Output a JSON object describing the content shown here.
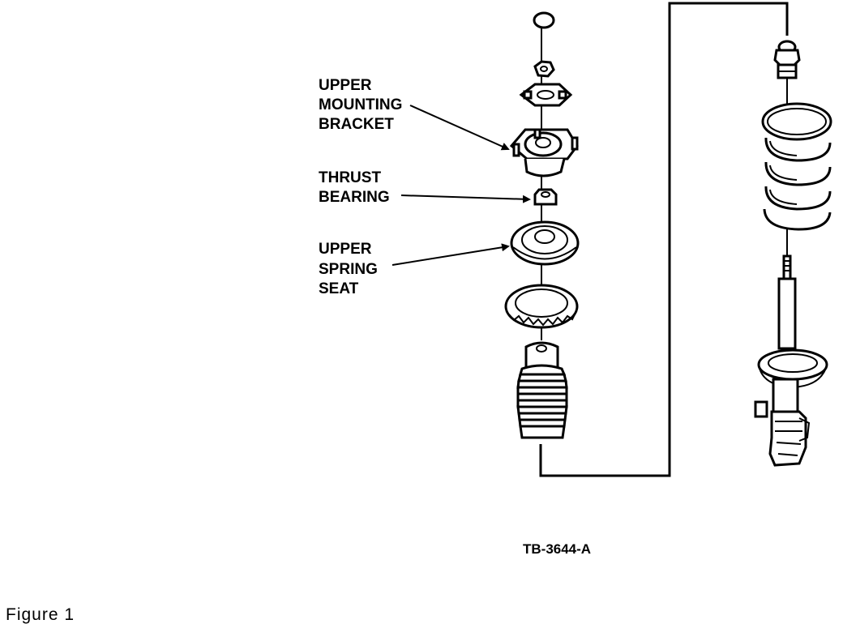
{
  "labels": {
    "upper_mounting_bracket": [
      "UPPER",
      "MOUNTING",
      "BRACKET"
    ],
    "thrust_bearing": [
      "THRUST",
      "BEARING"
    ],
    "upper_spring_seat": [
      "UPPER",
      "SPRING",
      "SEAT"
    ]
  },
  "drawing_code": "TB-3644-A",
  "caption": "Figure 1",
  "icons": [
    "cap-icon",
    "nut-icon",
    "washer-icon",
    "upper-mounting-bracket-icon",
    "thrust-bearing-icon",
    "upper-spring-seat-icon",
    "spring-insulator-icon",
    "jounce-bumper-boot-icon",
    "spring-icon",
    "strut-icon"
  ]
}
